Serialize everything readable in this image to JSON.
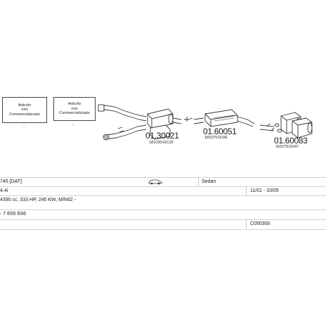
{
  "diagram": {
    "note_boxes": [
      {
        "lines": [
          "Articolo",
          "non",
          "Commercializzato"
        ]
      },
      {
        "lines": [
          "Articolo",
          "non",
          "Commercializzato"
        ]
      }
    ],
    "note_dots": [
      ".",
      "."
    ],
    "parts": [
      {
        "number": "01.30021",
        "code": "18103510C29"
      },
      {
        "number": "01.60051",
        "code": "18107511041"
      },
      {
        "number": "01.60083",
        "code": "18107511047"
      }
    ]
  },
  "info": {
    "row1": {
      "model": "745  [DAT]",
      "body": "Sedan",
      "car_icon": "car-icon"
    },
    "row2": {
      "engine": "4.4i",
      "years": "11/01 - 10/05"
    },
    "row3": {
      "spec": "4390 cc, 333 HP, 245 KW, M/N62 -"
    },
    "row4": {
      "chassis": "- 7 E65  E66"
    },
    "row5": {
      "code": "C050300"
    }
  }
}
